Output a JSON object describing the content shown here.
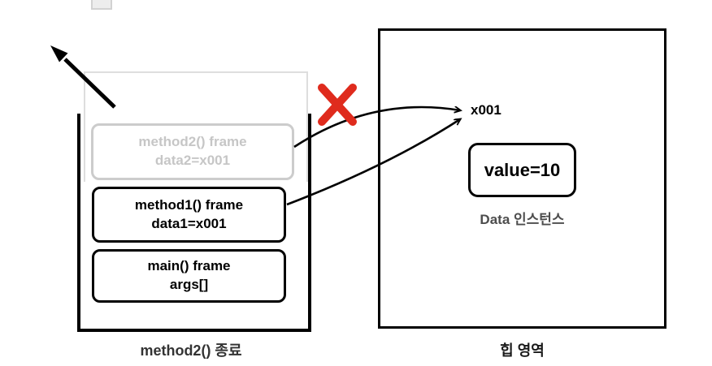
{
  "diagram": {
    "stack": {
      "caption": "method2() 종료",
      "frames": {
        "method2": {
          "line1": "method2() frame",
          "line2": "data2=x001"
        },
        "method1": {
          "line1": "method1() frame",
          "line2": "data1=x001"
        },
        "main": {
          "line1": "main() frame",
          "line2": "args[]"
        }
      }
    },
    "heap": {
      "caption": "힙 영역",
      "address_label": "x001",
      "instance": {
        "value": "value=10",
        "caption": "Data 인스턴스"
      }
    },
    "colors": {
      "frame_border": "#000000",
      "faded_border": "#cccccc",
      "faded_text": "#c6c6c6",
      "arrow": "#000000",
      "red_x": "#df2b1d",
      "stack_caption": "#333333",
      "instance_caption": "#4d4d4d"
    }
  }
}
